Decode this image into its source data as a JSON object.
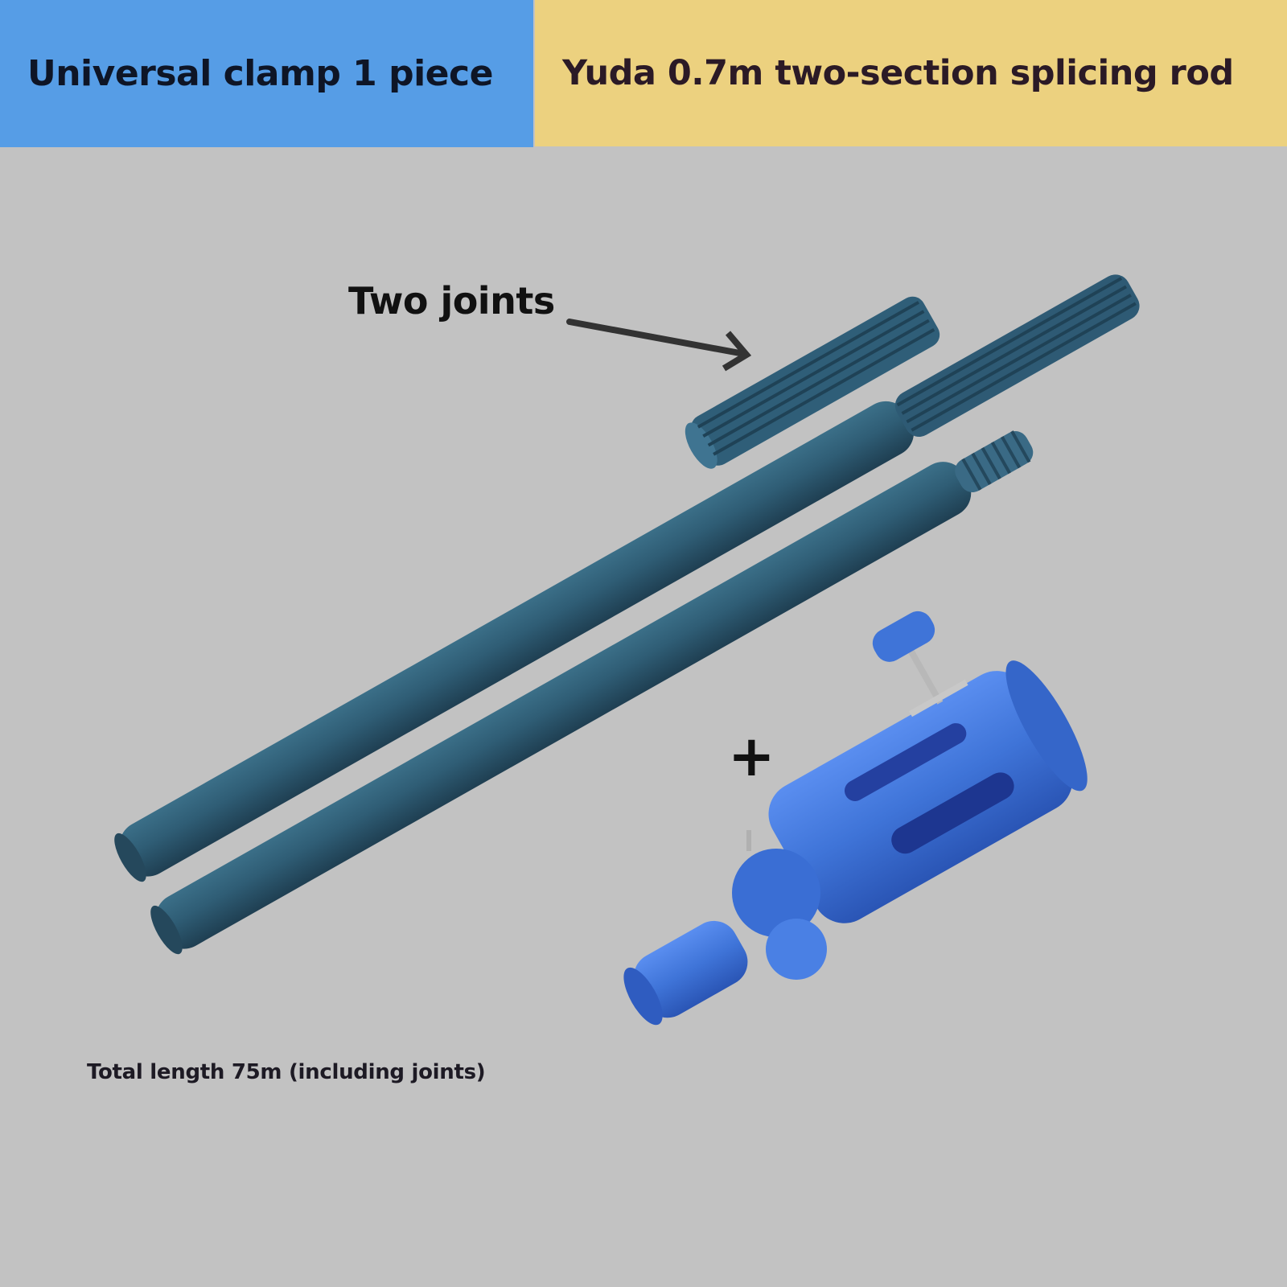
{
  "header": {
    "left_title": "Universal clamp 1 piece",
    "right_title": "Yuda 0.7m two-section splicing rod"
  },
  "annotations": {
    "joints_label": "Two joints",
    "plus_sign": "+",
    "length_caption": "Total length 75m (including joints)"
  },
  "product": {
    "rod_sections": 2,
    "joints": 2,
    "clamp_count": 1
  },
  "colors": {
    "header_left_bg": "#569de6",
    "header_right_bg": "#ecd17f",
    "background": "#c2c2c2",
    "rod_color": "#2f5d75",
    "clamp_color": "#3f74d8"
  },
  "icons": {
    "arrow": "arrow-right-down-icon"
  }
}
